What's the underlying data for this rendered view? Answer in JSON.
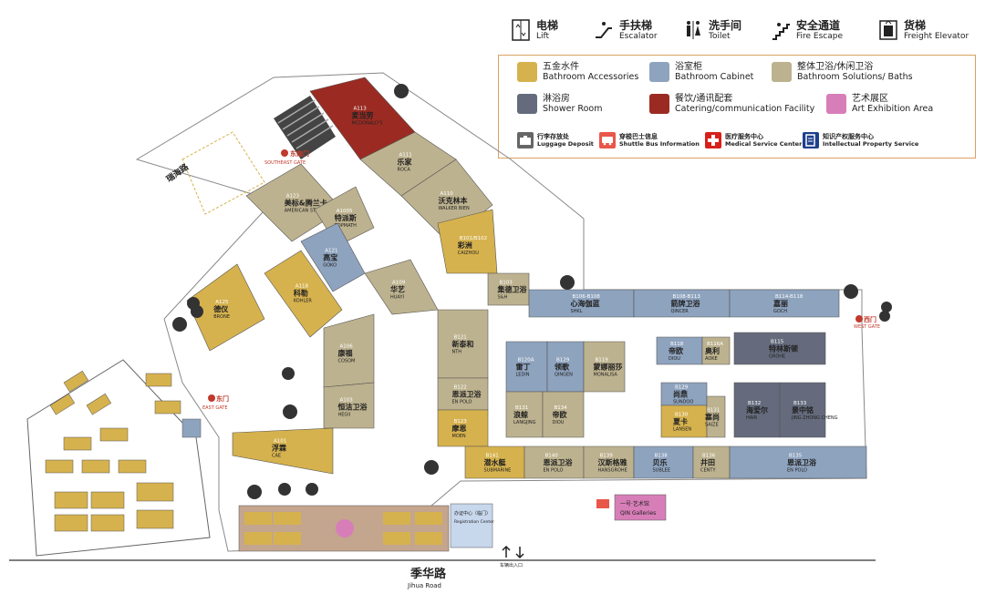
{
  "legend_top": [
    {
      "zh": "电梯",
      "en": "Lift",
      "icon": "lift-icon"
    },
    {
      "zh": "手扶梯",
      "en": "Escalator",
      "icon": "escalator-icon"
    },
    {
      "zh": "洗手间",
      "en": "Toilet",
      "icon": "toilet-icon"
    },
    {
      "zh": "安全通道",
      "en": "Fire Escape",
      "icon": "fire-escape-icon"
    },
    {
      "zh": "货梯",
      "en": "Freight Elevator",
      "icon": "freight-elevator-icon"
    }
  ],
  "categories": [
    {
      "zh": "五金水件",
      "en": "Bathroom Accessories",
      "color": "#d6b24e"
    },
    {
      "zh": "浴室柜",
      "en": "Bathroom Cabinet",
      "color": "#8ea3be"
    },
    {
      "zh": "整体卫浴/休闲卫浴",
      "en": "Bathroom Solutions/ Baths",
      "color": "#bdb28f"
    },
    {
      "zh": "淋浴房",
      "en": "Shower Room",
      "color": "#656b7c"
    },
    {
      "zh": "餐饮/通讯配套",
      "en": "Catering/communication Facility",
      "color": "#9b2b22"
    },
    {
      "zh": "艺术展区",
      "en": "Art Exhibition Area",
      "color": "#d77eb8"
    }
  ],
  "services": [
    {
      "zh": "行李存放处",
      "en": "Luggage Deposit",
      "icon": "luggage-icon",
      "color": "#666666"
    },
    {
      "zh": "穿梭巴士信息",
      "en": "Shuttle Bus Information",
      "icon": "shuttle-bus-icon",
      "color": "#e9564a"
    },
    {
      "zh": "医疗服务中心",
      "en": "Medical Service Center",
      "icon": "medical-cross-icon",
      "color": "#d7201a"
    },
    {
      "zh": "知识产权服务中心",
      "en": "Intellectual Property Service",
      "icon": "ip-service-icon",
      "color": "#1e3f8c"
    }
  ],
  "gates": [
    {
      "zh": "东南门",
      "en": "SOUTHEAST GATE"
    },
    {
      "zh": "东门",
      "en": "EAST GATE"
    },
    {
      "zh": "西门",
      "en": "WEST GATE"
    }
  ],
  "roads": [
    {
      "zh": "季华路",
      "en": "Jihua Road"
    }
  ],
  "labels": {
    "road_left": "瑞海路",
    "gallery_zh": "一号·艺术馆",
    "gallery_en": "QIN Galleries",
    "registration_zh": "办证中心（临门）",
    "registration_en": "Registration Center",
    "vehicle_entrance": "车辆出入口"
  },
  "shops": [
    {
      "code": "A113",
      "zh": "麦当劳",
      "en": "MCDONALD'S"
    },
    {
      "code": "A111",
      "zh": "乐家",
      "en": "ROCA"
    },
    {
      "code": "A110",
      "zh": "沃克林本",
      "en": "WALKER BIEN"
    },
    {
      "code": "A123",
      "zh": "美标&腾兰卡",
      "en": "AMERICAN STANDARD / FRANKE"
    },
    {
      "code": "A1005",
      "zh": "特派斯",
      "en": "TOPMATH"
    },
    {
      "code": "A121",
      "zh": "高宝",
      "en": "GOKO"
    },
    {
      "code": "A125",
      "zh": "德仪",
      "en": "BRONE"
    },
    {
      "code": "A118",
      "zh": "科勒",
      "en": "KOHLER"
    },
    {
      "code": "A109",
      "zh": "华艺",
      "en": "HUAYI"
    },
    {
      "code": "B121",
      "zh": "新泰和",
      "en": "NTH"
    },
    {
      "code": "B122",
      "zh": "恩派卫浴",
      "en": "EN POLO"
    },
    {
      "code": "B123",
      "zh": "摩恩",
      "en": "MOEN"
    },
    {
      "code": "A106",
      "zh": "康福",
      "en": "COSOM"
    },
    {
      "code": "A103",
      "zh": "恒洁卫浴",
      "en": "HEGII"
    },
    {
      "code": "A101",
      "zh": "浮霖",
      "en": "CAE"
    },
    {
      "code": "B101/B102",
      "zh": "彩洲",
      "en": "CAIZHOU"
    },
    {
      "code": "B103",
      "zh": "集德卫浴",
      "en": "S&H"
    },
    {
      "code": "B106-B108",
      "zh": "心海伽蓝",
      "en": "SHKL"
    },
    {
      "code": "B108-B113",
      "zh": "箭牌卫浴",
      "en": "QINCER"
    },
    {
      "code": "B114-B118",
      "zh": "嘉丽",
      "en": "GOCH"
    },
    {
      "code": "B120A",
      "zh": "雷丁",
      "en": "LEDIN"
    },
    {
      "code": "B129",
      "zh": "领歌",
      "en": "QINGEN"
    },
    {
      "code": "B119",
      "zh": "蒙娜丽莎",
      "en": "MONALISA"
    },
    {
      "code": "B131",
      "zh": "浪鲸",
      "en": "LANGJING"
    },
    {
      "code": "B134",
      "zh": "帝欧",
      "en": "DIOU"
    },
    {
      "code": "B118",
      "zh": "帝欧",
      "en": "DIOU"
    },
    {
      "code": "B116A",
      "zh": "奥利",
      "en": "AOKE"
    },
    {
      "code": "B115",
      "zh": "特林斯顿",
      "en": "GROHE"
    },
    {
      "code": "B129",
      "zh": "尚鼎",
      "en": "SUNDOO"
    },
    {
      "code": "B130",
      "zh": "夏卡",
      "en": "LANSEN"
    },
    {
      "code": "B131",
      "zh": "塞尚",
      "en": "SAIZE"
    },
    {
      "code": "B132",
      "zh": "海爱尔",
      "en": "HAIR"
    },
    {
      "code": "B133",
      "zh": "景中铭",
      "en": "JING ZHONG CHENG"
    },
    {
      "code": "B141",
      "zh": "潜水艇",
      "en": "SUBMARINE"
    },
    {
      "code": "B140",
      "zh": "恩派卫浴",
      "en": "EN POLO"
    },
    {
      "code": "B139",
      "zh": "汉斯格雅",
      "en": "HANSGROHE"
    },
    {
      "code": "B138",
      "zh": "贝乐",
      "en": "SUBLEE"
    },
    {
      "code": "B136",
      "zh": "井田",
      "en": "CENTY"
    },
    {
      "code": "B135",
      "zh": "恩派卫浴",
      "en": "EN POLO"
    }
  ]
}
